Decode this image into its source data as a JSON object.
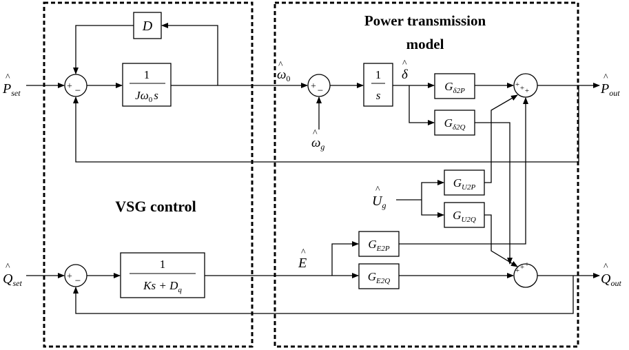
{
  "regions": {
    "vsg": {
      "title": "VSG control"
    },
    "power": {
      "title_line1": "Power transmission",
      "title_line2": "model"
    }
  },
  "signals": {
    "p_set": {
      "base": "P",
      "sub": "set"
    },
    "q_set": {
      "base": "Q",
      "sub": "set"
    },
    "omega0": {
      "base": "ω",
      "sub": "0"
    },
    "omega_g": {
      "base": "ω",
      "sub": "g"
    },
    "delta": {
      "base": "δ"
    },
    "e": {
      "base": "E"
    },
    "u_g": {
      "base": "U",
      "sub": "g"
    },
    "p_out": {
      "base": "P",
      "sub": "out"
    },
    "q_out": {
      "base": "Q",
      "sub": "out"
    }
  },
  "blocks": {
    "d": {
      "text": "D"
    },
    "jw": {
      "num": "1",
      "den_a": "Jω",
      "den_sub": "0",
      "den_b": "s"
    },
    "integ": {
      "num": "1",
      "den": "s"
    },
    "kq": {
      "num": "1",
      "den_a": "Ks + D",
      "den_sub": "q"
    },
    "g_d2p": {
      "base": "G",
      "sub": "δ2P"
    },
    "g_d2q": {
      "base": "G",
      "sub": "δ2Q"
    },
    "g_u2p": {
      "base": "G",
      "sub": "U2P"
    },
    "g_u2q": {
      "base": "G",
      "sub": "U2Q"
    },
    "g_e2p": {
      "base": "G",
      "sub": "E2P"
    },
    "g_e2q": {
      "base": "G",
      "sub": "E2Q"
    }
  },
  "junctions": {
    "sum1": {
      "signs": [
        "+",
        "−"
      ]
    },
    "sum2": {
      "signs": [
        "+",
        "−"
      ]
    },
    "sum_q": {
      "signs": [
        "+",
        "−"
      ]
    },
    "sum_p_out": {
      "signs": [
        "+",
        "+",
        "+"
      ]
    },
    "sum_q_out": {
      "signs": [
        "+",
        "+",
        "+"
      ]
    }
  }
}
